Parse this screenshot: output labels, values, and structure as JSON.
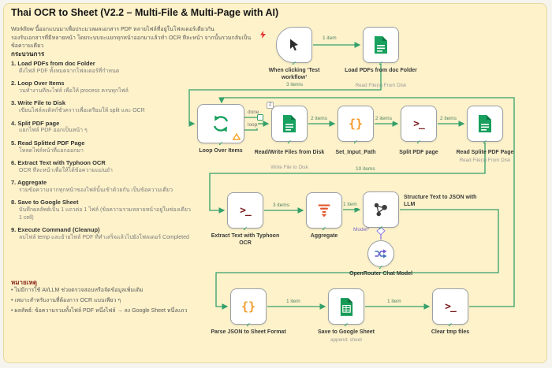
{
  "colors": {
    "sticky_bg": "#fdf2ca",
    "edge_green": "#35a06b",
    "file_green": "#17a05e",
    "sheets_green": "#169b56",
    "terminal_red": "#7a1d1d",
    "braces_orange": "#f59b2c",
    "warning_orange": "#f5a623",
    "notes_heading_red": "#8a2a1f"
  },
  "icons": {
    "check": "✓",
    "terminal": ">_",
    "braces": "{}"
  },
  "sticky": {
    "title": "Thai OCR to Sheet (V2.2 – Multi-File & Multi-Page with AI)",
    "intro_line1": "Workflow นี้ออกแบบมาเพื่อประมวลผลเอกสาร PDF หลายไฟล์ที่อยู่ในโฟลเดอร์เดียวกัน",
    "intro_line2": "รองรับเอกสารที่มีหลายหน้า โดยระบบจะแยกทุกหน้าออกมาแล้วทำ OCR ทีละหน้า จากนั้นรวมกลับเป็นข้อความเดียว",
    "process_heading": "กระบวนการ",
    "steps": [
      {
        "num": "1.",
        "title": "Load PDFs from doc Folder",
        "desc": "ดึงไฟล์ PDF ทั้งหมดจากโฟลเดอร์ที่กำหนด"
      },
      {
        "num": "2.",
        "title": "Loop Over Items",
        "desc": "วนทำงานทีละไฟล์ เพื่อให้ process ครบทุกไฟล์"
      },
      {
        "num": "3.",
        "title": "Write File to Disk",
        "desc": "เขียนไฟล์ลงดิสก์ชั่วคราวเพื่อเตรียมให้ split และ OCR"
      },
      {
        "num": "4.",
        "title": "Split PDF page",
        "desc": "แยกไฟล์ PDF ออกเป็นหน้า ๆ"
      },
      {
        "num": "5.",
        "title": "Read Splitted PDF Page",
        "desc": "โหลดไฟล์หน้าที่แยกออกมา"
      },
      {
        "num": "6.",
        "title": "Extract Text with Typhoon OCR",
        "desc": "OCR ทีละหน้าเพื่อให้ได้ข้อความแม่นยำ"
      },
      {
        "num": "7.",
        "title": "Aggregate",
        "desc": "รวมข้อความจากทุกหน้าของไฟล์นั้นเข้าด้วยกัน เป็นข้อความเดียว"
      },
      {
        "num": "8.",
        "title": "Save to Google Sheet",
        "desc": "บันทึกผลลัพธ์เป็น 1 แถวต่อ 1 ไฟล์ (ข้อความรวมหลายหน้าอยู่ในช่องเดียว 1 cell)"
      },
      {
        "num": "9.",
        "title": "Execute Command (Cleanup)",
        "desc": "ลบไฟล์ temp และย้ายไฟล์ PDF ที่ทำเสร็จแล้วไปยังโฟลเดอร์ Completed"
      }
    ],
    "notes_heading": "หมายเหตุ",
    "notes": [
      "ไม่มีการใช้ AI/LLM ช่วยตรวจสอบหรือจัดข้อมูลเพิ่มเติม",
      "เหมาะสำหรับงานที่ต้องการ OCR แบบเพียว ๆ",
      "ผลลัพธ์: ข้อความรวมทั้งไฟล์ PDF หนึ่งไฟล์ → ลง Google Sheet หนึ่งแถว"
    ]
  },
  "nodes": {
    "trigger": {
      "label": "When clicking ‘Test workflow’",
      "icon": "cursor-icon"
    },
    "load_pdfs": {
      "label": "Load PDFs from doc Folder",
      "sublabel": "Read File(s) From Disk",
      "icon": "file-icon"
    },
    "loop": {
      "label": "Loop Over Items",
      "icon": "loop-icon"
    },
    "rw_files": {
      "label": "Read/Write Files from Disk",
      "sublabel": "Write File to Disk",
      "icon": "file-icon",
      "run_badge": "2"
    },
    "set_input": {
      "label": "Set_Input_Path",
      "icon": "braces-icon"
    },
    "split_pdf": {
      "label": "Split PDF page",
      "icon": "terminal-icon"
    },
    "read_split": {
      "label": "Read Splite PDF Page",
      "sublabel": "Read File(s) From Disk",
      "icon": "file-icon"
    },
    "extract": {
      "label": "Extract Text with Typhoon OCR",
      "icon": "terminal-icon"
    },
    "aggregate": {
      "label": "Aggregate",
      "icon": "aggregate-icon"
    },
    "structure": {
      "label": "Structure Text to JSON with LLM",
      "icon": "ai-icon"
    },
    "openrouter": {
      "label": "OpenRouter Chat Model",
      "icon": "openrouter-icon"
    },
    "parse_json": {
      "label": "Parse JSON to Sheet Format",
      "icon": "braces-icon"
    },
    "save_sheet": {
      "label": "Save to Google Sheet",
      "sublabel": "append: sheet",
      "icon": "sheets-icon"
    },
    "clear_tmp": {
      "label": "Clear tmp files",
      "icon": "terminal-icon"
    }
  },
  "edges": {
    "trigger_to_load": "1 item",
    "load_to_loop": "3 items",
    "loop_done": "done",
    "loop_loop": "loop",
    "rw_to_set": "2 items",
    "set_to_split": "2 items",
    "split_to_read": "2 items",
    "read_to_extract": "10 items",
    "extract_to_aggregate": "3 items",
    "aggregate_to_structure": "1 item",
    "model_port": "Model*",
    "parse_to_save": "1 item",
    "save_to_clear": "1 item"
  }
}
